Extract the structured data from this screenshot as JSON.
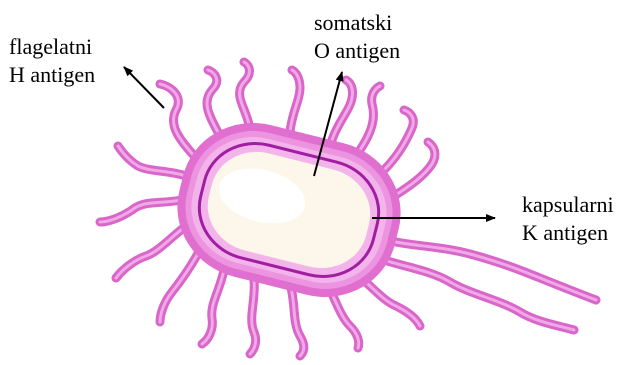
{
  "labels": {
    "h_antigen": {
      "line1": "flagelatni",
      "line2": "H antigen"
    },
    "o_antigen": {
      "line1": "somatski",
      "line2": "O antigen"
    },
    "k_antigen": {
      "line1": "kapsularni",
      "line2": "K antigen"
    }
  },
  "colors": {
    "flagella": "#d966c9",
    "flagella_highlight": "#f0a8e6",
    "capsule": "#e06fd0",
    "capsule_light": "#f2b4ea",
    "membrane": "#a01ea0",
    "cell_body": "#fdf6ea",
    "arrow": "#000000"
  }
}
